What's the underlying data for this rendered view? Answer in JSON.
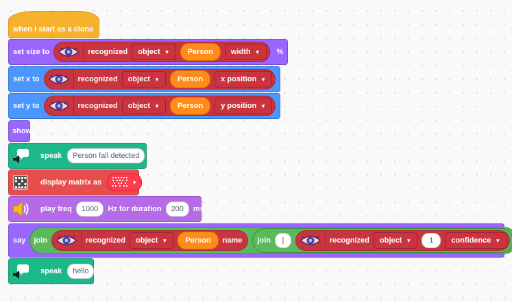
{
  "hat": {
    "label": "when I start as a clone"
  },
  "set_size": {
    "label": "set size to",
    "reporter_text": "recognized",
    "object_dropdown": "object",
    "class_value": "Person",
    "property_dropdown": "width",
    "suffix": "%"
  },
  "set_x": {
    "label": "set x to",
    "reporter_text": "recognized",
    "object_dropdown": "object",
    "class_value": "Person",
    "property_dropdown": "x position"
  },
  "set_y": {
    "label": "set y to",
    "reporter_text": "recognized",
    "object_dropdown": "object",
    "class_value": "Person",
    "property_dropdown": "y position"
  },
  "show": {
    "label": "show"
  },
  "speak1": {
    "label": "speak",
    "text": "Person fall detected"
  },
  "matrix": {
    "label": "display matrix as"
  },
  "play": {
    "label": "play freq",
    "freq": "1000",
    "mid": "Hz for duration",
    "duration": "200",
    "unit": "ms"
  },
  "say": {
    "label": "say",
    "join1": "join",
    "reporter_text": "recognized",
    "object_dropdown": "object",
    "class_value": "Person",
    "name_label": "name",
    "join2": "join",
    "separator_value": "|",
    "inner_reporter_text": "recognized",
    "inner_object_dropdown": "object",
    "index_value": "1",
    "confidence_dropdown": "confidence"
  },
  "speak2": {
    "label": "speak",
    "text": "hello"
  },
  "colors": {
    "events": "#f6b22d",
    "looks": "#9966ff",
    "motion": "#4c97ff",
    "text_to_speech": "#1db88a",
    "display": "#e84d4d",
    "sound": "#b66be6",
    "operators": "#5cb85c",
    "ai_reporter": "#c9343f",
    "class_value": "#ff8c1a"
  }
}
